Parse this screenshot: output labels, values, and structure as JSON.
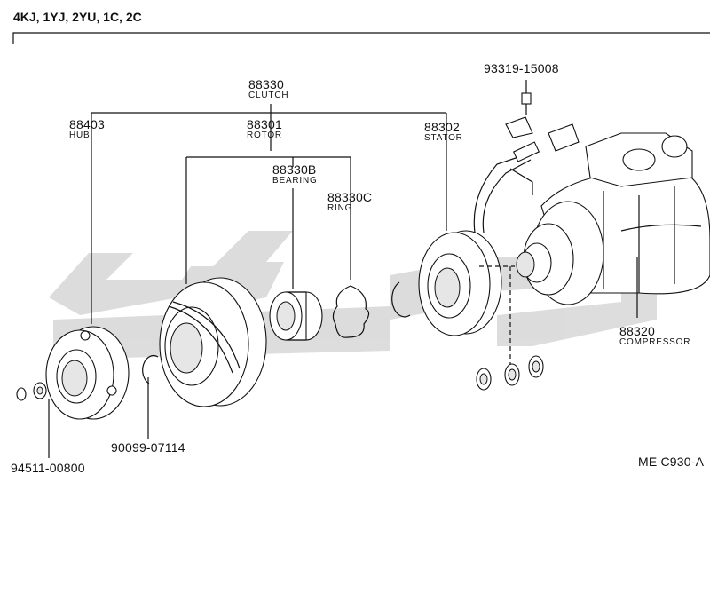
{
  "header": {
    "models": "4KJ, 1YJ, 2YU, 1C, 2C"
  },
  "parts": {
    "clutch": {
      "number": "88330",
      "name": "CLUTCH"
    },
    "hub": {
      "number": "88403",
      "name": "HUB"
    },
    "rotor": {
      "number": "88301",
      "name": "ROTOR"
    },
    "stator": {
      "number": "88302",
      "name": "STATOR"
    },
    "bearing": {
      "number": "88330B",
      "name": "BEARING"
    },
    "ring": {
      "number": "88330C",
      "name": "RING"
    },
    "compressor": {
      "number": "88320",
      "name": "COMPRESSOR"
    },
    "bolt": {
      "number": "93319-15008"
    },
    "snap_ring": {
      "number": "90099-07114"
    },
    "nut": {
      "number": "94511-00800"
    }
  },
  "figure_code": "ME  C930-A",
  "watermark": {
    "color": "#d9d9d9"
  }
}
